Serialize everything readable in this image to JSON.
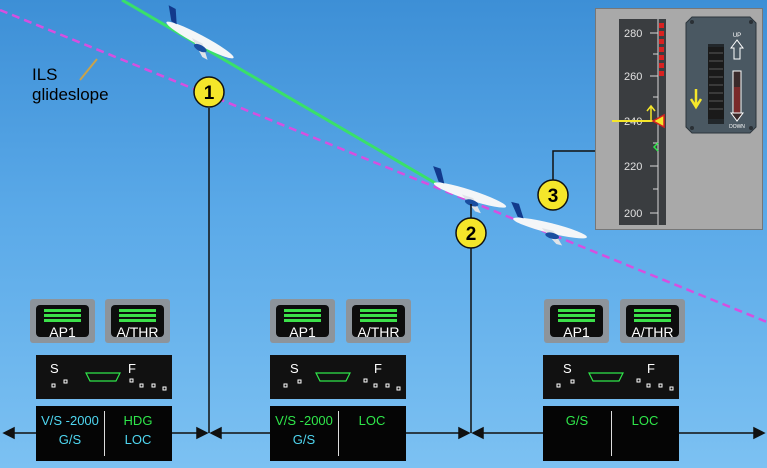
{
  "labels": {
    "ils_glideslope": [
      "ILS",
      "glideslope"
    ]
  },
  "markers": [
    "1",
    "2",
    "3"
  ],
  "panels": [
    {
      "ap_label": "AP1",
      "athr_label": "A/THR",
      "flap_s": "S",
      "flap_f": "F",
      "fma_left_1": "V/S -2000",
      "fma_left_2": "G/S",
      "fma_right_1": "HDG",
      "fma_right_2": "LOC"
    },
    {
      "ap_label": "AP1",
      "athr_label": "A/THR",
      "flap_s": "S",
      "flap_f": "F",
      "fma_left_1": "V/S -2000",
      "fma_left_2": "G/S",
      "fma_right_1": "LOC",
      "fma_right_2": ""
    },
    {
      "ap_label": "AP1",
      "athr_label": "A/THR",
      "flap_s": "S",
      "flap_f": "F",
      "fma_left_1": "G/S",
      "fma_left_2": "",
      "fma_right_1": "LOC",
      "fma_right_2": ""
    }
  ],
  "speed_tape": {
    "ticks": [
      "280",
      "260",
      "240",
      "220",
      "200"
    ]
  },
  "speedbrake": {
    "up_label": "UP",
    "down_label": "DOWN"
  },
  "colors": {
    "sky": "#5aa9e8",
    "flight_path": "#39e06a",
    "glideslope": "#d64fe0",
    "marker_fill": "#f5e62a"
  }
}
